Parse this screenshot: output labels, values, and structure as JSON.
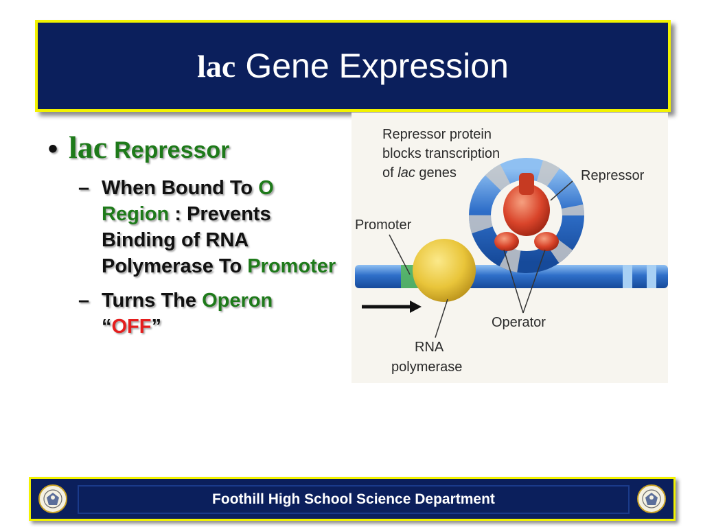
{
  "title": {
    "lac": "lac",
    "rest": "Gene Expression"
  },
  "bullet1": {
    "lac": "lac",
    "rest": "Repressor"
  },
  "sub1": {
    "p1": "When Bound To ",
    "p2": "O Region",
    "p3": " : Prevents Binding of RNA Polymerase To ",
    "p4": "Promoter"
  },
  "sub2": {
    "p1": "Turns The ",
    "p2": "Operon",
    "p3": "“",
    "p4": "OFF",
    "p5": "”"
  },
  "dash": "–",
  "bullet_dot": "•",
  "figure": {
    "caption_line1": "Repressor protein",
    "caption_line2": "blocks transcription",
    "caption_line3_pre": "of ",
    "caption_line3_italic": "lac",
    "caption_line3_post": " genes",
    "repressor": "Repressor",
    "promoter": "Promoter",
    "operator": "Operator",
    "rna_line1": "RNA",
    "rna_line2": "polymerase"
  },
  "footer": {
    "text": "Foothill High School Science Department"
  },
  "colors": {
    "navy": "#0b1f5c",
    "yellow_border": "#f2f200",
    "green_text": "#1e7a1a",
    "red_text": "#e41e1e",
    "dna_blue": "#2f6fc9",
    "polymerase_yellow": "#e9c53a",
    "repressor_red": "#d9442a"
  }
}
